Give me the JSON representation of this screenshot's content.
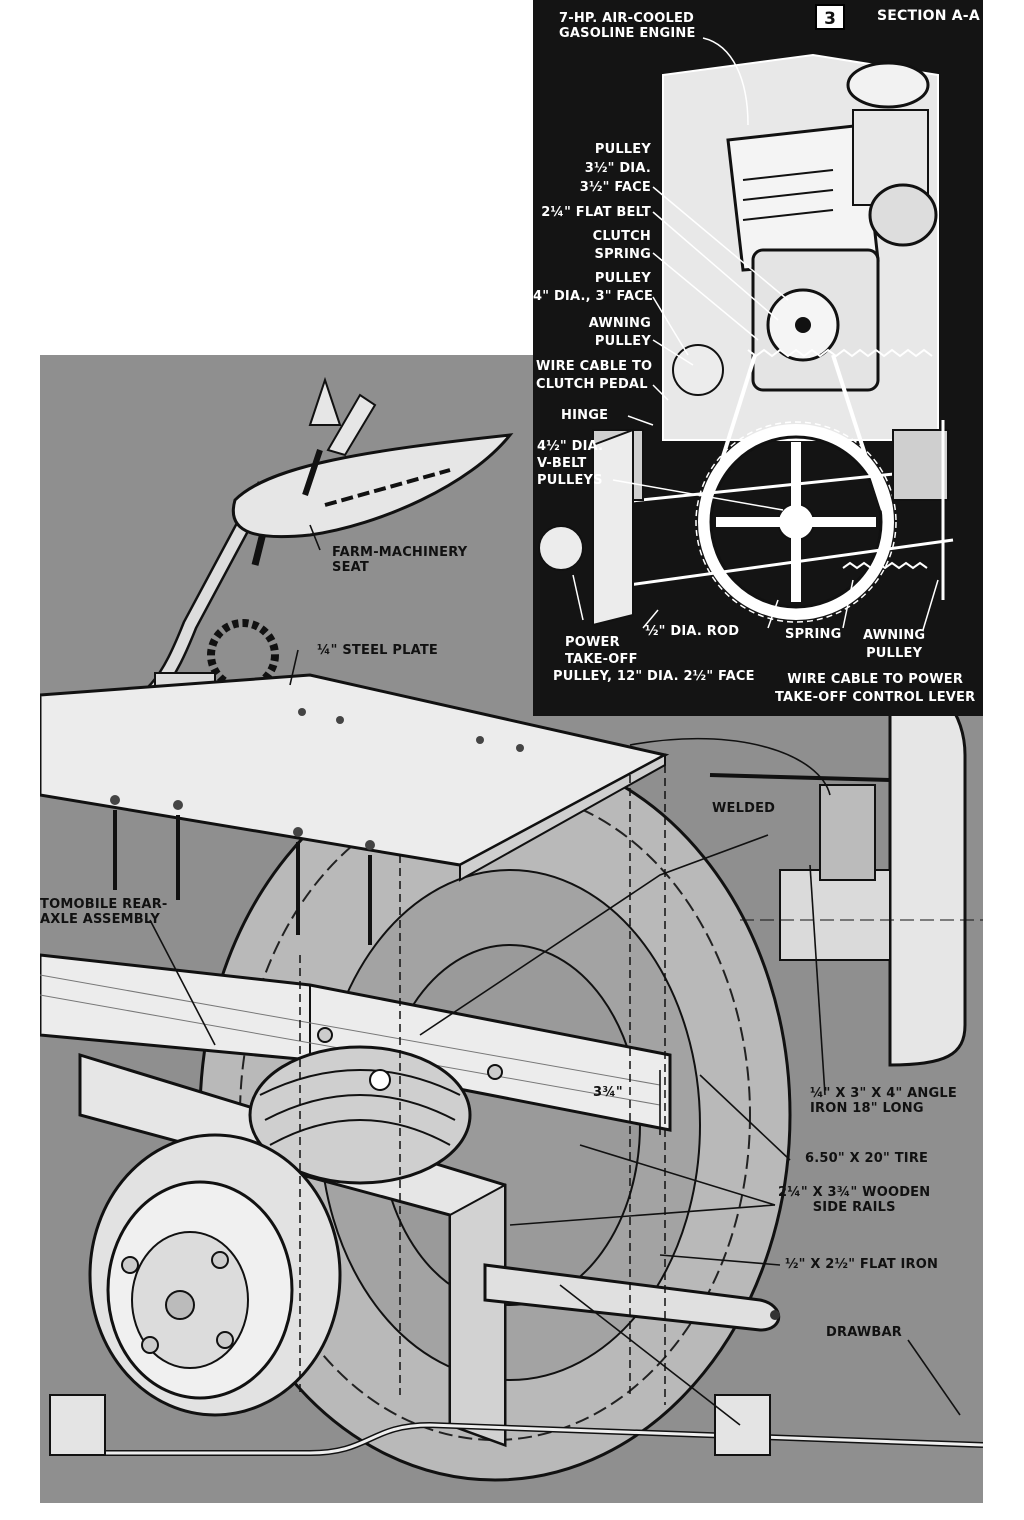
{
  "section": {
    "figure_number": "3",
    "title": "SECTION A-A",
    "labels": {
      "engine": "7-HP. AIR-COOLED\nGASOLINE ENGINE",
      "pulley_small": "PULLEY\n3½\" DIA.\n3½\" FACE",
      "flat_belt": "2¼\" FLAT BELT",
      "clutch_spring": "CLUTCH\nSPRING",
      "pulley_4in": "PULLEY\n4\" DIA., 3\" FACE",
      "awning_pulley_top": "AWNING\nPULLEY",
      "wire_cable_clutch": "WIRE CABLE TO\nCLUTCH PEDAL",
      "hinge": "HINGE",
      "v_belt": "4½\" DIA.\nV-BELT\nPULLEYS",
      "power_takeoff": "POWER\nTAKE-OFF",
      "rod": "½\" DIA. ROD",
      "spring": "SPRING",
      "awning_pulley_bottom": "AWNING\nPULLEY",
      "pulley_12in": "PULLEY, 12\" DIA. 2½\" FACE",
      "wire_cable_power": "WIRE CABLE TO POWER\nTAKE-OFF CONTROL LEVER"
    }
  },
  "main": {
    "labels": {
      "seat": "FARM-MACHINERY\nSEAT",
      "steel_plate": "¼\" STEEL PLATE",
      "axle_assembly": "TOMOBILE REAR-\nAXLE ASSEMBLY",
      "welded": "WELDED",
      "dimension": "3¾\"",
      "angle_iron": "¼\" X 3\" X 4\" ANGLE\nIRON 18\" LONG",
      "tire": "6.50\" X 20\" TIRE",
      "side_rails": "2¼\" X 3¾\" WOODEN\nSIDE RAILS",
      "flat_iron": "½\" X 2½\" FLAT IRON",
      "drawbar": "DRAWBAR"
    }
  },
  "colors": {
    "section_background": "#141414",
    "main_background": "#8f8f8f"
  }
}
